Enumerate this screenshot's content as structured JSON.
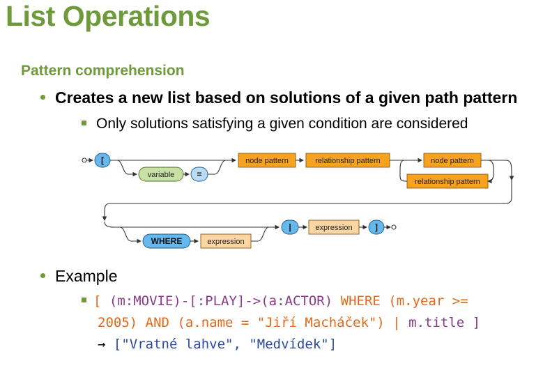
{
  "title": "List Operations",
  "subtitle": "Pattern comprehension",
  "bullets": {
    "main": "Creates a new list based on solutions of a given path pattern",
    "sub": "Only solutions satisfying a given condition are considered",
    "example": "Example"
  },
  "diagram": {
    "open_bracket": "[",
    "variable": "variable",
    "equals": "=",
    "node_pattern_1": "node pattern",
    "relationship_pattern_1": "relationship pattern",
    "node_pattern_2": "node pattern",
    "relationship_pattern_2": "relationship pattern",
    "where": "WHERE",
    "expression_1": "expression",
    "pipe": "|",
    "expression_2": "expression",
    "close_bracket": "]"
  },
  "code": {
    "l1_a": "[ ",
    "l1_b": "(m:MOVIE)-[:PLAY]->(a:ACTOR)",
    "l1_c": " WHERE ",
    "l1_d": "(m.year >=",
    "l2_a": "2005) AND (a.name = ",
    "l2_b": "\"Jiří Macháček\"",
    "l2_c": ") | ",
    "l2_d": "m.title ]",
    "l3_arrow": "→ ",
    "l3_b": "[\"Vratné lahve\", \"Medvídek\"]"
  },
  "colors": {
    "accent_green": "#6e9a3c",
    "keyword_orange": "#e06a1c",
    "code_purple": "#8a3a8c",
    "string_blue": "#2a4aa0"
  }
}
